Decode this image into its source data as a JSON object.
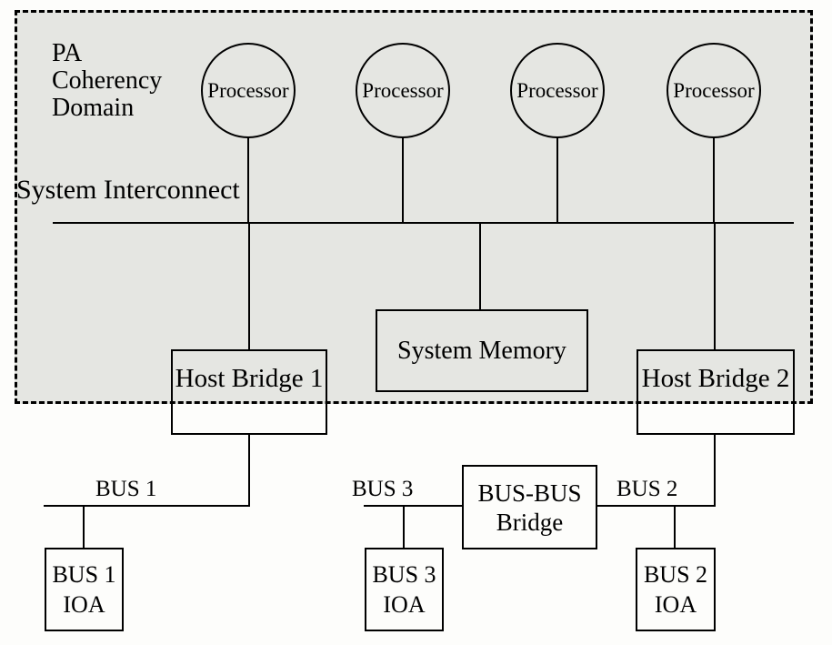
{
  "title": "PA Coherency Domain diagram",
  "colors": {
    "domain_fill": "#e5e6e2",
    "line": "#000000",
    "text": "#000000",
    "page_bg": "#fdfdfb"
  },
  "domain": {
    "label_lines": [
      "PA",
      "Coherency",
      "Domain"
    ],
    "interconnect_label": "System Interconnect"
  },
  "processors": [
    {
      "label": "Processor"
    },
    {
      "label": "Processor"
    },
    {
      "label": "Processor"
    },
    {
      "label": "Processor"
    }
  ],
  "system_memory": {
    "label": "System Memory"
  },
  "host_bridges": [
    {
      "label": "Host Bridge 1"
    },
    {
      "label": "Host Bridge 2"
    }
  ],
  "bus_labels": {
    "bus1": "BUS 1",
    "bus2": "BUS 2",
    "bus3": "BUS 3"
  },
  "bus_bridge": {
    "label_lines": [
      "BUS-BUS",
      "Bridge"
    ]
  },
  "ioas": [
    {
      "line1": "BUS 1",
      "line2": "IOA"
    },
    {
      "line1": "BUS 3",
      "line2": "IOA"
    },
    {
      "line1": "BUS 2",
      "line2": "IOA"
    }
  ]
}
